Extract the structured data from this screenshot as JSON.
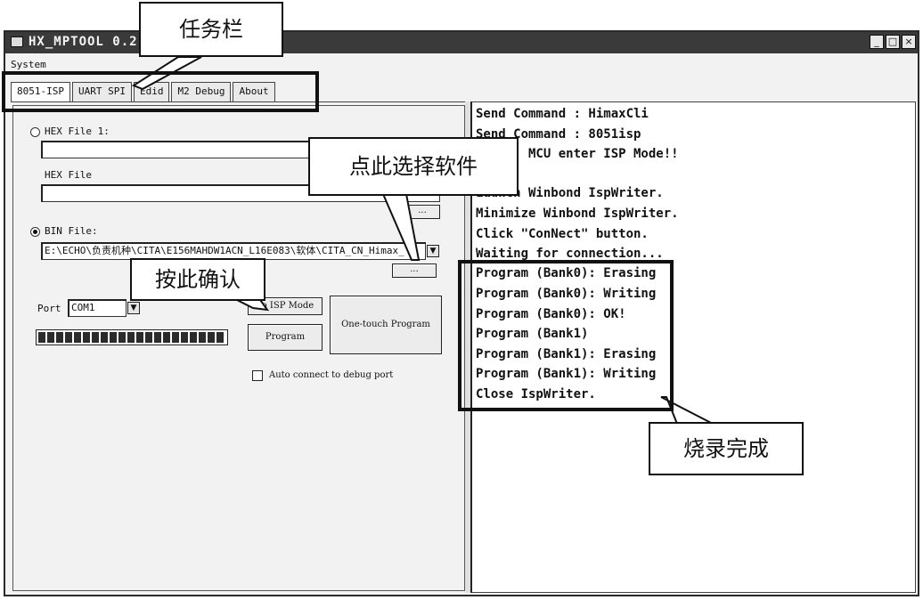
{
  "window": {
    "title": "HX_MPTOOL 0.2",
    "controls": [
      "_",
      "□",
      "×"
    ]
  },
  "menubar": {
    "system": "System"
  },
  "tabs": [
    {
      "label": "8051-ISP",
      "active": true
    },
    {
      "label": "UART SPI",
      "active": false
    },
    {
      "label": "Edid",
      "active": false
    },
    {
      "label": "M2 Debug",
      "active": false
    },
    {
      "label": "About",
      "active": false
    }
  ],
  "left": {
    "hex_file1_label": "HEX File 1:",
    "hex_file1_value": "",
    "hex_file_label": "HEX File",
    "hex_file_value": "",
    "hex_browse": "...",
    "bin_file_label": "BIN File:",
    "bin_file_value": "E:\\ECHO\\负责机种\\CITA\\E156MAHDW1ACN_L16E083\\软体\\CITA_CN_Himax_",
    "bin_browse": "...",
    "port_label": "Port",
    "port_value": "COM1",
    "to_isp_label": "To ISP Mode",
    "program_label": "Program",
    "one_touch_label": "One-touch Program",
    "auto_connect_label": "Auto connect to debug port",
    "auto_connect_checked": false,
    "progress_fraction": 1.0
  },
  "log": {
    "lines": [
      "Send Command : HimaxCli",
      "Send Command : 8051isp",
      "Check. MCU enter ISP Mode!!",
      "",
      "Launch Winbond IspWriter.",
      "Minimize Winbond IspWriter.",
      "Click \"ConNect\" button.",
      "Waiting for connection...",
      "Program (Bank0): Erasing",
      "Program (Bank0): Writing",
      "Program (Bank0):  OK!",
      "Program (Bank1)",
      "Program (Bank1): Erasing",
      "Program (Bank1): Writing",
      "Close IspWriter."
    ]
  },
  "annotations": {
    "taskbar": "任务栏",
    "select_software": "点此选择软件",
    "confirm": "按此确认",
    "done": "烧录完成"
  }
}
